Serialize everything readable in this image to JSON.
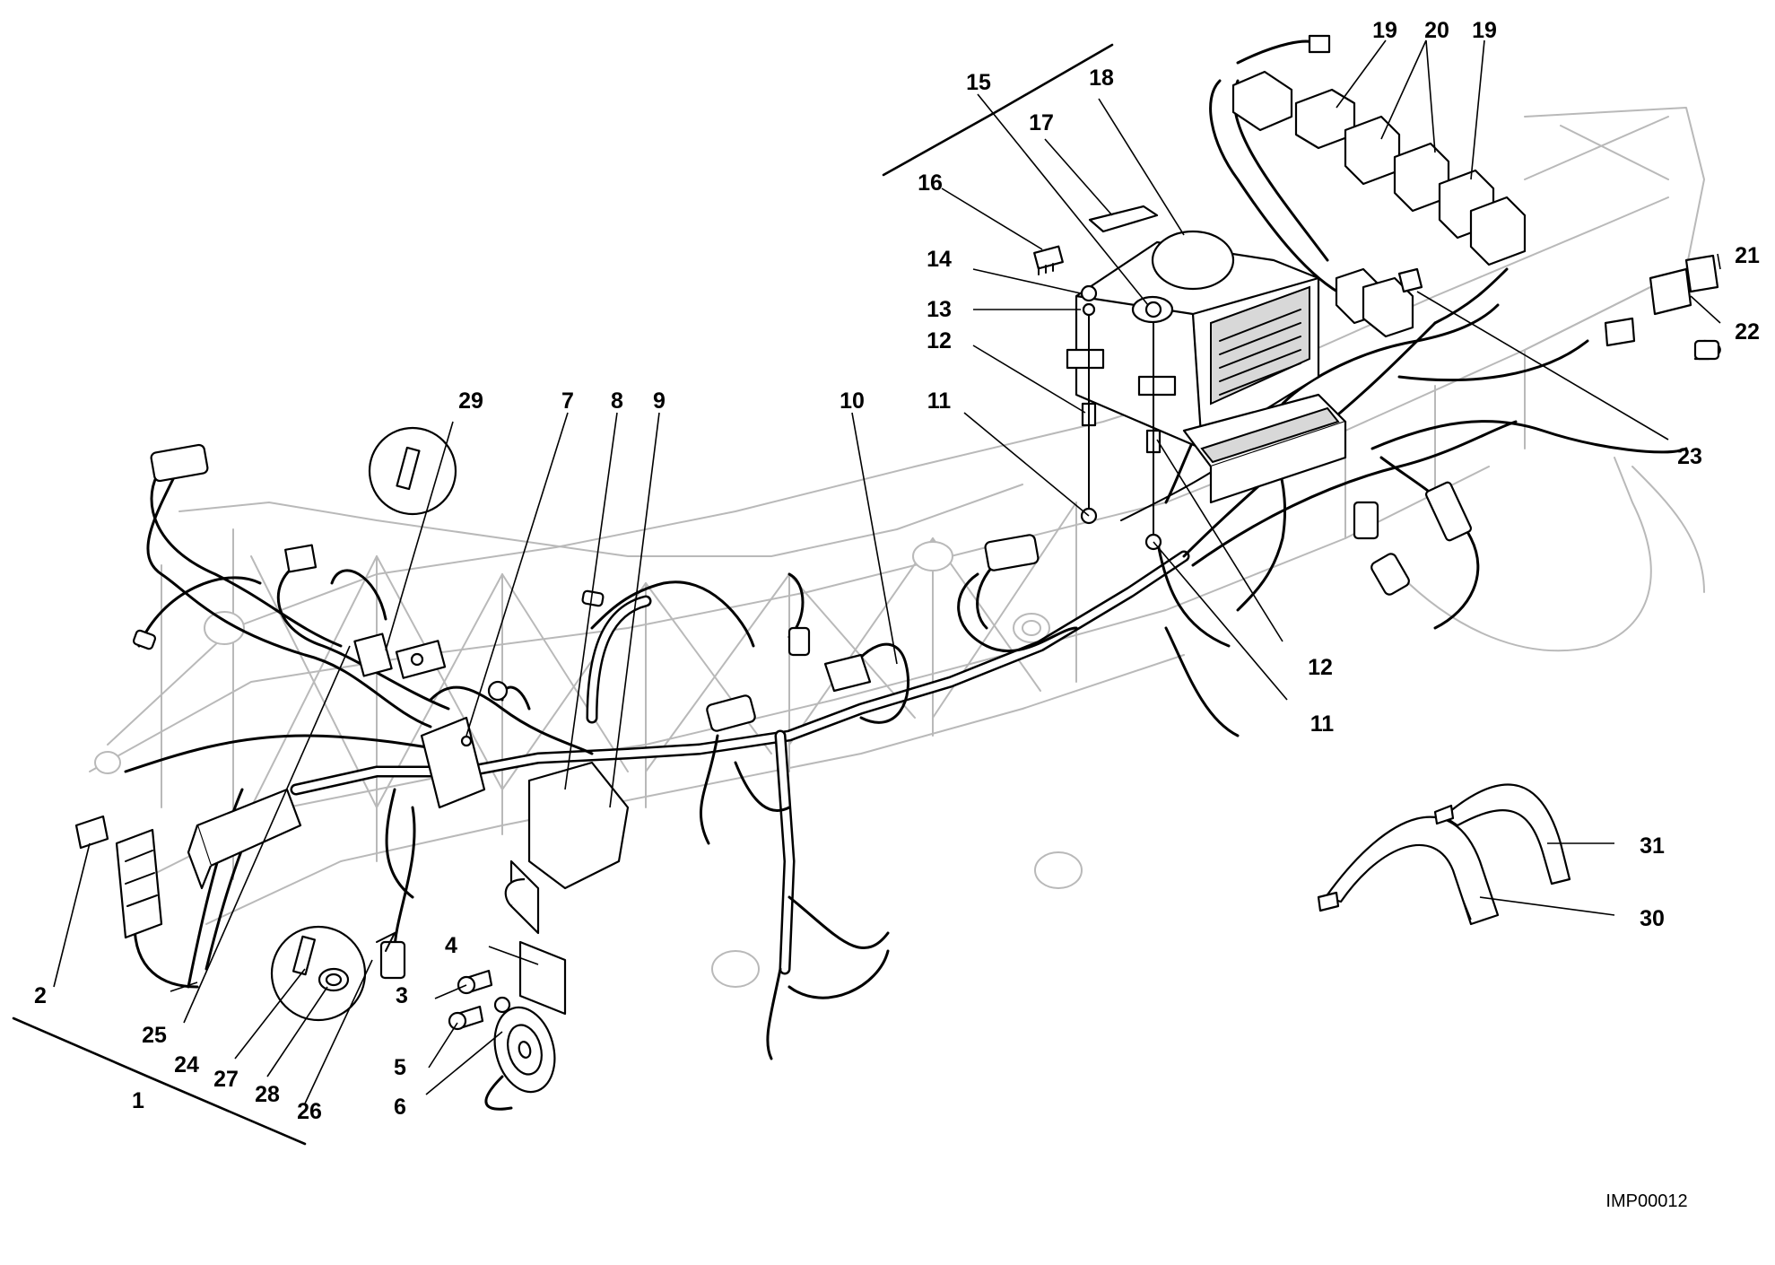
{
  "figure": {
    "reference_code": "IMP00012"
  },
  "callouts": [
    {
      "id": "c1",
      "label": "1"
    },
    {
      "id": "c2",
      "label": "2"
    },
    {
      "id": "c3",
      "label": "3"
    },
    {
      "id": "c4",
      "label": "4"
    },
    {
      "id": "c5",
      "label": "5"
    },
    {
      "id": "c6",
      "label": "6"
    },
    {
      "id": "c7",
      "label": "7"
    },
    {
      "id": "c8",
      "label": "8"
    },
    {
      "id": "c9",
      "label": "9"
    },
    {
      "id": "c10",
      "label": "10"
    },
    {
      "id": "c11a",
      "label": "11"
    },
    {
      "id": "c11b",
      "label": "11"
    },
    {
      "id": "c12a",
      "label": "12"
    },
    {
      "id": "c12b",
      "label": "12"
    },
    {
      "id": "c13",
      "label": "13"
    },
    {
      "id": "c14",
      "label": "14"
    },
    {
      "id": "c15",
      "label": "15"
    },
    {
      "id": "c16",
      "label": "16"
    },
    {
      "id": "c17",
      "label": "17"
    },
    {
      "id": "c18",
      "label": "18"
    },
    {
      "id": "c19a",
      "label": "19"
    },
    {
      "id": "c19b",
      "label": "19"
    },
    {
      "id": "c20",
      "label": "20"
    },
    {
      "id": "c21",
      "label": "21"
    },
    {
      "id": "c22",
      "label": "22"
    },
    {
      "id": "c23",
      "label": "23"
    },
    {
      "id": "c24",
      "label": "24"
    },
    {
      "id": "c25",
      "label": "25"
    },
    {
      "id": "c26",
      "label": "26"
    },
    {
      "id": "c27",
      "label": "27"
    },
    {
      "id": "c28",
      "label": "28"
    },
    {
      "id": "c29",
      "label": "29"
    },
    {
      "id": "c30",
      "label": "30"
    },
    {
      "id": "c31",
      "label": "31"
    }
  ]
}
